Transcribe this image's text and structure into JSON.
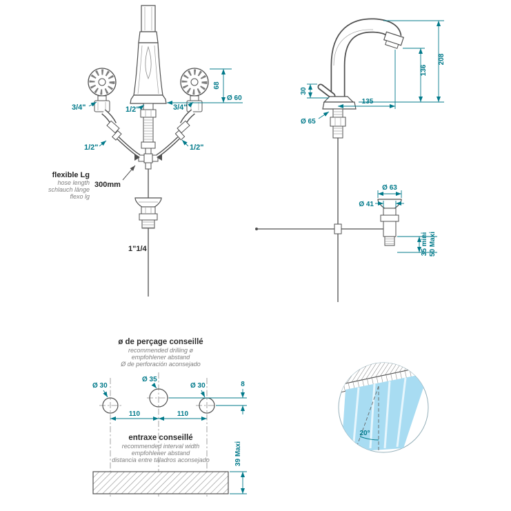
{
  "colors": {
    "dimension_teal": "#00798a",
    "line_dark": "#4f4f4f",
    "text_black": "#222222",
    "text_gray": "#7e7e7e",
    "spray_blue": "#a8dcf2"
  },
  "front_view": {
    "size_left_top": "3/4\"",
    "size_center": "1/2\"",
    "size_right_top": "3/4\"",
    "size_left_bottom": "1/2\"",
    "size_right_bottom": "1/2\"",
    "dim_height": "68",
    "dim_base_dia": "Ø 60",
    "flexible": {
      "title": "flexible Lg",
      "en": "hose length",
      "de": "schlauch länge",
      "es": "flexo lg",
      "value": "300mm"
    },
    "drain_size": "1\"1/4"
  },
  "side_view": {
    "dim_total_height": "208",
    "dim_spout_height": "136",
    "dim_reach": "135",
    "dim_lever": "30",
    "dim_base_dia": "Ø 65",
    "drain": {
      "flange_dia": "Ø 63",
      "body_dia": "Ø 41",
      "clamp_min": "35 mini",
      "clamp_max": "50 Maxi"
    }
  },
  "drilling": {
    "title": "ø de perçage conseillé",
    "subtitle_en": "recommended drilling ø",
    "subtitle_de": "empfohlener abstand",
    "subtitle_es": "Ø de perforación aconsejado",
    "hole_left": "Ø 30",
    "hole_center": "Ø 35",
    "hole_right": "Ø 30",
    "dim_offset": "8",
    "spacing_left": "110",
    "spacing_right": "110"
  },
  "interval": {
    "title": "entraxe conseillé",
    "subtitle_en": "recommended interval width",
    "subtitle_de": "empfohlener abstand",
    "subtitle_es": "distancia entre taladros aconsejado",
    "thickness_max": "39 Maxi"
  },
  "spray_detail": {
    "angle": "20°"
  }
}
